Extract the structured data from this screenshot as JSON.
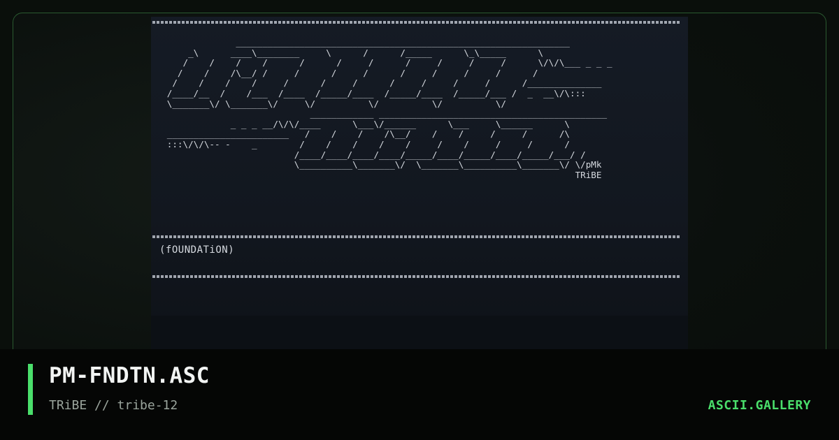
{
  "file": {
    "title": "PM-FNDTN.ASC",
    "group": "TRiBE",
    "separator": "//",
    "pack": "tribe-12",
    "subtitle": "TRiBE // tribe-12"
  },
  "site": {
    "brand": "ASCII.GALLERY"
  },
  "art": {
    "lines": [
      "                _______________________________________________________________",
      "       _\\      ____\\________     \\      /      /_____      \\_\\_____      \\",
      "      /    /    /    /      /      /     /      /     /     /     /      \\/\\/\\___ _ _ _",
      "     /    /    /\\__/ /     /      /     /      /     /     /     /      /",
      "    /    /    /    /     /      /     /      /     /     /     /      /______________",
      "   /____/__  /    /___  /____  /_____/____  /_____/____  /_____/___ /  _  __\\/\\:::",
      "   \\_______\\/ \\_______\\/     \\/          \\/          \\/          \\/",
      "                              ____________ ___________________________________________",
      "               _ _ _ __/\\/\\/____      \\___\\/______      \\___     \\______      \\",
      "   _______________________   /    /    /    /\\__/    /    /     /     /      /\\",
      "   :::\\/\\/\\-- -    _        /    /    /    /    /     /    /     /     /      /",
      "                           /____/____/____/____/_____/____/_____/____/_____/___/ /",
      "                           \\__________\\_______\\/  \\_______\\__________\\_______\\/ \\/pMk",
      "                                                                                TRiBE"
    ],
    "caption": "(fOUNDATiON)"
  }
}
